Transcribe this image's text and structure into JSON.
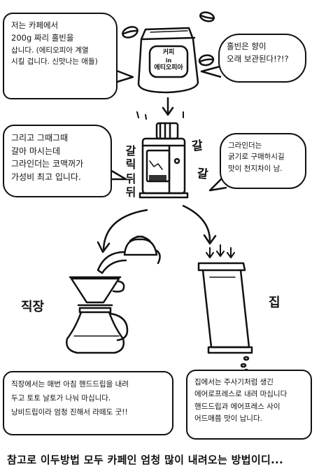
{
  "bubbles": {
    "top_left": [
      "저는 카페에서",
      "200g 짜리 홀빈을",
      "삽니다. (에티오피아 계열",
      "시킬 겁니다.  신맛나는 애들)"
    ],
    "top_right": [
      "홀빈은 향이",
      "오래 보관된다!?!?"
    ],
    "mid_left": [
      "그리고 그때그때",
      "갈아 마시는데",
      "그라인더는 코맥꺼가",
      "가성비 최고 입니다."
    ],
    "mid_right": [
      "그라인더는",
      "굵기로 구매하시길",
      "맛이 천지차이 남."
    ],
    "bottom_left": [
      "직장에서는 매번 아침 핸드드립을 내려",
      "두고 토토 날토가 나눠 마십니다.",
      "낭비드립이라 엄청 진해서 라떼도 굿!!"
    ],
    "bottom_right": [
      "집에서는 주사기처럼 생긴",
      "에어로프레스로 내려 마십니다",
      "핸드드립과 에어프레스 사이",
      "어드매쯤 맛이 납니다."
    ]
  },
  "bean_bag_label": [
    "커피",
    "in",
    "에티오피아"
  ],
  "labels": {
    "grind_left": "갈릭 ",
    "grind_left2": "뒤뒤",
    "grind_right1": "갈",
    "grind_right2": "갈",
    "work": "직장",
    "home": "집"
  },
  "footer": "참고로 이두방법 모두 카페인 엄청 많이 내려오는 방법이디..."
}
